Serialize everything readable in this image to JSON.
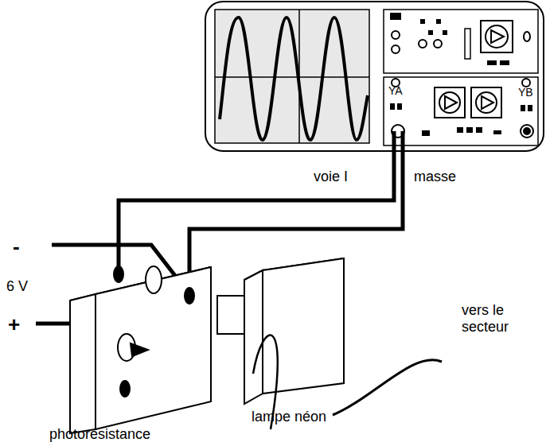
{
  "diagram": {
    "labels": [
      "YA",
      "YB",
      "voie I",
      "masse",
      "-",
      "6 V",
      "+",
      "photorésistance",
      "lampe néon",
      "vers le secteur"
    ]
  }
}
